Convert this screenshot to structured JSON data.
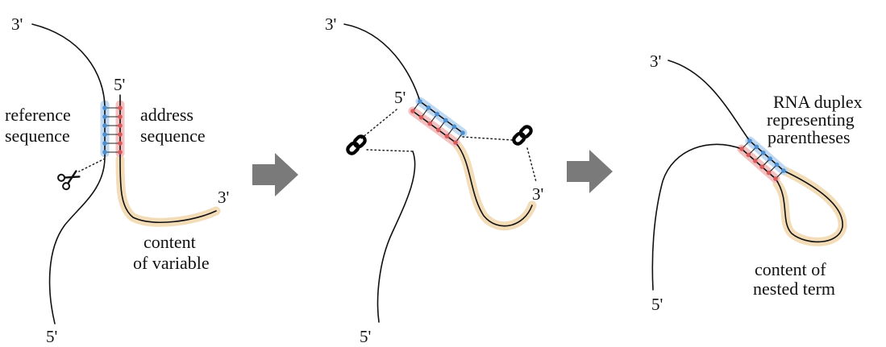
{
  "colors": {
    "reference_strand": "#4d8fd0",
    "address_strand": "#d85a5a",
    "content_highlight": "#f3dcb8",
    "arrow": "#7a7a7a"
  },
  "icons": [
    "scissors-icon",
    "chain-link-icon",
    "arrow-right-icon"
  ],
  "panel1": {
    "top_3prime": "3'",
    "bottom_5prime": "5'",
    "address_5prime": "5'",
    "content_3prime": "3'",
    "reference_label": [
      "reference",
      "sequence"
    ],
    "address_label": [
      "address",
      "sequence"
    ],
    "content_label": [
      "content",
      "of variable"
    ]
  },
  "panel2": {
    "top_3prime": "3'",
    "bottom_5prime": "5'",
    "inner_5prime": "5'",
    "inner_3prime": "3'"
  },
  "panel3": {
    "top_3prime": "3'",
    "bottom_5prime": "5'",
    "duplex_label": [
      "RNA duplex",
      "representing",
      "parentheses"
    ],
    "content_label": [
      "content of",
      "nested term"
    ]
  }
}
